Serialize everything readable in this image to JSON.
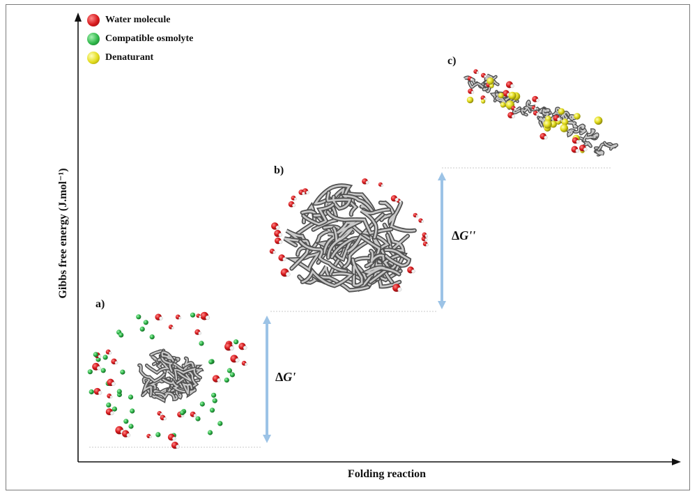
{
  "legend": [
    {
      "label": "Water molecule",
      "color": "#d7191c"
    },
    {
      "label": "Compatible osmolyte",
      "color": "#2fb84a"
    },
    {
      "label": "Denaturant",
      "color": "#e3dc1c"
    }
  ],
  "axes": {
    "y_label": "Gibbs free energy (J.mol⁻¹)",
    "x_label": "Folding reaction"
  },
  "panels": [
    {
      "id": "a",
      "label": "a)"
    },
    {
      "id": "b",
      "label": "b)"
    },
    {
      "id": "c",
      "label": "c)"
    }
  ],
  "energy_gaps": [
    {
      "symbol": "Δ",
      "var": "G'"
    },
    {
      "symbol": "Δ",
      "var": "G''"
    }
  ],
  "colors": {
    "axis": "#111111",
    "arrow": "#9cc3e6",
    "baseline": "#c8c8c8",
    "protein_dark": "#5a5a5a",
    "protein_light": "#bdbdbd",
    "water": "#d7191c",
    "osmolyte": "#2fb84a",
    "denaturant": "#e3dc1c"
  }
}
